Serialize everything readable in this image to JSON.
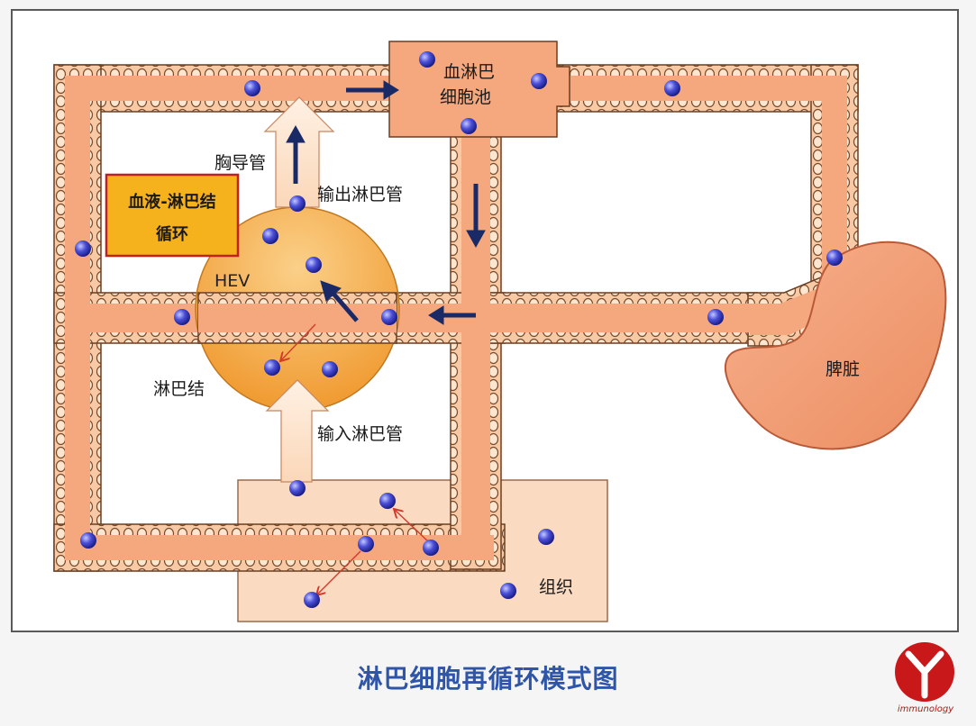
{
  "diagram": {
    "labels": {
      "blood_lymph_pool_line1": "血淋巴",
      "blood_lymph_pool_line2": "细胞池",
      "thoracic_duct": "胸导管",
      "efferent_lymphatic": "输出淋巴管",
      "hev": "HEV",
      "lymph_node": "淋巴结",
      "afferent_lymphatic": "输入淋巴管",
      "spleen": "脾脏",
      "tissue": "组织"
    },
    "legend": {
      "line1": "血液-淋巴结",
      "line2": "循环"
    },
    "colors": {
      "vessel_fill": "#f5a77e",
      "vessel_cell": "#f9cfa8",
      "lymph_node": "#f4a63d",
      "tissue": "#fbdac2",
      "spleen": "#f09a70",
      "arrow": "#1a2a66",
      "lymphocyte": "#3b3fcf",
      "legend_bg": "#f6b21c",
      "legend_border": "#c0201e"
    }
  },
  "caption": "淋巴细胞再循环模式图",
  "logo": {
    "icon": "immunology-y-logo-icon",
    "text": "immunology"
  }
}
